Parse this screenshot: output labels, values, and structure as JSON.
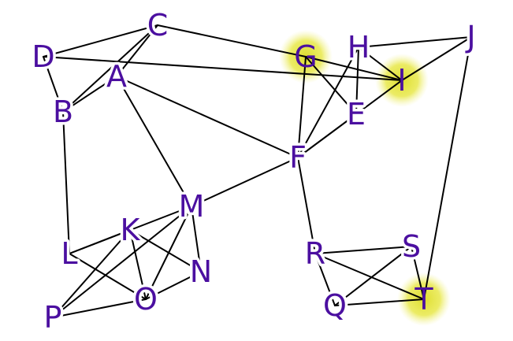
{
  "graph": {
    "label_color": "#4b0fa0",
    "edge_color": "#000000",
    "highlight_color": "#e8e84a",
    "highlighted_nodes": [
      "G",
      "I",
      "T"
    ],
    "nodes": [
      {
        "id": "A",
        "label": "A"
      },
      {
        "id": "B",
        "label": "B"
      },
      {
        "id": "C",
        "label": "C"
      },
      {
        "id": "D",
        "label": "D"
      },
      {
        "id": "E",
        "label": "E"
      },
      {
        "id": "F",
        "label": "F"
      },
      {
        "id": "G",
        "label": "G"
      },
      {
        "id": "H",
        "label": "H"
      },
      {
        "id": "I",
        "label": "I"
      },
      {
        "id": "J",
        "label": "J"
      },
      {
        "id": "K",
        "label": "K"
      },
      {
        "id": "L",
        "label": "L"
      },
      {
        "id": "M",
        "label": "M"
      },
      {
        "id": "N",
        "label": "N"
      },
      {
        "id": "O",
        "label": "O"
      },
      {
        "id": "P",
        "label": "P"
      },
      {
        "id": "Q",
        "label": "Q"
      },
      {
        "id": "R",
        "label": "R"
      },
      {
        "id": "S",
        "label": "S"
      },
      {
        "id": "T",
        "label": "T"
      }
    ],
    "edges": [
      [
        "D",
        "C"
      ],
      [
        "B",
        "C"
      ],
      [
        "A",
        "C"
      ],
      [
        "C",
        "G"
      ],
      [
        "D",
        "B"
      ],
      [
        "D",
        "I"
      ],
      [
        "B",
        "A"
      ],
      [
        "B",
        "L"
      ],
      [
        "A",
        "M"
      ],
      [
        "A",
        "F"
      ],
      [
        "G",
        "I"
      ],
      [
        "G",
        "E"
      ],
      [
        "G",
        "F"
      ],
      [
        "H",
        "J"
      ],
      [
        "H",
        "I"
      ],
      [
        "H",
        "E"
      ],
      [
        "H",
        "F"
      ],
      [
        "I",
        "J"
      ],
      [
        "I",
        "F"
      ],
      [
        "E",
        "F"
      ],
      [
        "J",
        "T"
      ],
      [
        "F",
        "M"
      ],
      [
        "F",
        "R"
      ],
      [
        "M",
        "L"
      ],
      [
        "M",
        "O"
      ],
      [
        "M",
        "N"
      ],
      [
        "M",
        "P"
      ],
      [
        "K",
        "L"
      ],
      [
        "K",
        "N"
      ],
      [
        "K",
        "O"
      ],
      [
        "K",
        "P"
      ],
      [
        "L",
        "O"
      ],
      [
        "P",
        "O"
      ],
      [
        "O",
        "N"
      ],
      [
        "R",
        "S"
      ],
      [
        "R",
        "Q"
      ],
      [
        "R",
        "T"
      ],
      [
        "S",
        "Q"
      ],
      [
        "S",
        "T"
      ],
      [
        "Q",
        "T"
      ]
    ]
  }
}
